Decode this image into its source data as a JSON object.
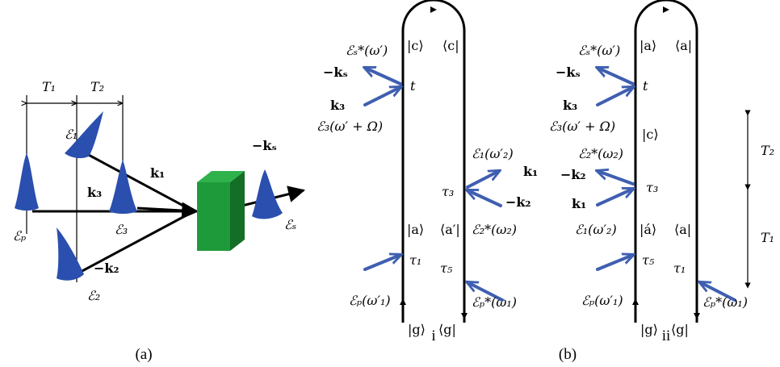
{
  "panel_a": {
    "T1": "T₁",
    "T2": "T₂",
    "E1": "ℰ₁",
    "E2": "ℰ₂",
    "E3": "ℰ₃",
    "Ep": "ℰₚ",
    "Es": "ℰₛ",
    "k1": "k₁",
    "k3": "k₃",
    "mk2": "−k₂",
    "mks": "−kₛ",
    "caption": "(a)"
  },
  "diagram_i": {
    "top_left_ket": "|c⟩",
    "top_right_bra": "⟨c|",
    "Es_star": "ℰₛ*(ω′)",
    "mks": "−kₛ",
    "t": "t",
    "k3": "k₃",
    "E3": "ℰ₃(ω′ + Ω)",
    "E1": "ℰ₁(ω′₂)",
    "k1": "k₁",
    "tau3": "τ₃",
    "mk2": "−k₂",
    "ket_a": "|a⟩",
    "bra_a": "⟨a′|",
    "E2_star": "ℰ₂*(ω₂)",
    "tau1": "τ₁",
    "tau5": "τ₅",
    "Ep": "ℰₚ(ω′₁)",
    "Ep_star": "ℰₚ*(ω₁)",
    "ket_g": "|g⟩",
    "bra_g": "⟨g|",
    "label": "i"
  },
  "diagram_ii": {
    "top_left_ket": "|a⟩",
    "top_right_bra": "⟨a|",
    "Es_star": "ℰₛ*(ω′)",
    "mks": "−kₛ",
    "t": "t",
    "k3": "k₃",
    "E3": "ℰ₃(ω′ + Ω)",
    "ket_c": "|c⟩",
    "E2_star": "ℰ₂*(ω₂)",
    "mk2": "−k₂",
    "tau3": "τ₃",
    "k1": "k₁",
    "E1": "ℰ₁(ω′₂)",
    "ket_a2": "|á⟩",
    "bra_a": "⟨a|",
    "tau5": "τ₅",
    "tau1": "τ₁",
    "Ep": "ℰₚ(ω′₁)",
    "Ep_star": "ℰₚ*(ω₁)",
    "ket_g": "|g⟩",
    "bra_g": "⟨g|",
    "label": "ii",
    "T2": "T₂",
    "T1": "T₁"
  },
  "caption_b": "(b)",
  "colors": {
    "pulse": "#2a4fae",
    "arrow": "#3f5fb0",
    "sample_front": "#1f9a3a",
    "sample_side": "#136e26"
  }
}
